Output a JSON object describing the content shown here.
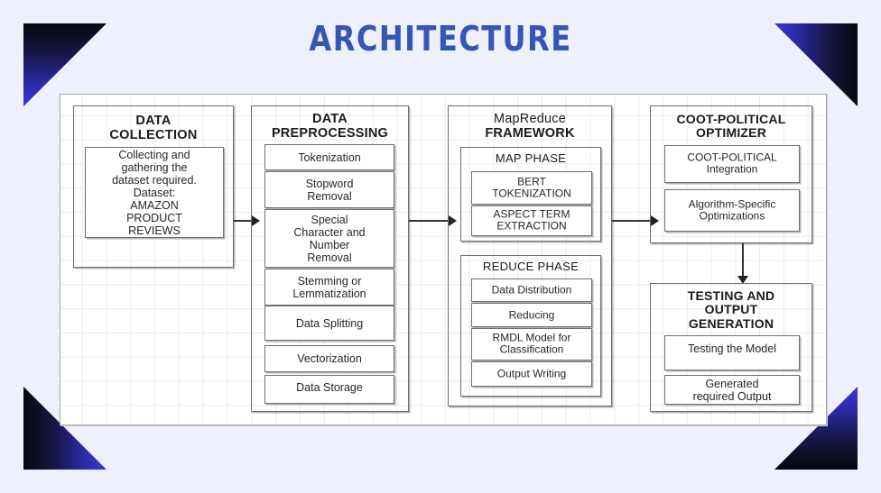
{
  "slide": {
    "title": "ARCHITECTURE",
    "title_color": "#3556b6",
    "background_color": "#eef0fb",
    "canvas_background": "#ffffff",
    "accent_gradient_from": "#07070e",
    "accent_gradient_to": "#3a37d6"
  },
  "diagram": {
    "stages": [
      {
        "id": "data-collection",
        "title": "DATA COLLECTION",
        "title_line1": "DATA",
        "title_line2": "COLLECTION",
        "items": [
          {
            "label": "Collecting and gathering the dataset required. Dataset: AMAZON PRODUCT REVIEWS",
            "lines": [
              "Collecting and",
              "gathering the",
              "dataset required.",
              "Dataset:",
              "AMAZON",
              "PRODUCT",
              "REVIEWS"
            ]
          }
        ]
      },
      {
        "id": "data-preprocessing",
        "title": "DATA PREPROCESSING",
        "title_line1": "DATA",
        "title_line2": "PREPROCESSING",
        "items": [
          {
            "label": "Tokenization",
            "lines": [
              "Tokenization"
            ]
          },
          {
            "label": "Stopword Removal",
            "lines": [
              "Stopword",
              "Removal"
            ]
          },
          {
            "label": "Special Character and Number Removal",
            "lines": [
              "Special",
              "Character and",
              "Number",
              "Removal"
            ]
          },
          {
            "label": "Stemming or Lemmatization",
            "lines": [
              "Stemming or",
              "Lemmatization"
            ]
          },
          {
            "label": "Data Splitting",
            "lines": [
              "Data Splitting"
            ]
          },
          {
            "label": "Vectorization",
            "lines": [
              "Vectorization"
            ]
          },
          {
            "label": "Data Storage",
            "lines": [
              "Data Storage"
            ]
          }
        ]
      },
      {
        "id": "mapreduce-framework",
        "title": "MapReduce FRAMEWORK",
        "title_line1": "MapReduce",
        "title_line2": "FRAMEWORK",
        "subgroups": [
          {
            "id": "map-phase",
            "title": "MAP PHASE",
            "items": [
              {
                "label": "BERT TOKENIZATION",
                "lines": [
                  "BERT",
                  "TOKENIZATION"
                ]
              },
              {
                "label": "ASPECT TERM EXTRACTION",
                "lines": [
                  "ASPECT TERM",
                  "EXTRACTION"
                ]
              }
            ]
          },
          {
            "id": "reduce-phase",
            "title": "REDUCE PHASE",
            "items": [
              {
                "label": "Data Distribution",
                "lines": [
                  "Data Distribution"
                ]
              },
              {
                "label": "Reducing",
                "lines": [
                  "Reducing"
                ]
              },
              {
                "label": "RMDL Model for Classification",
                "lines": [
                  "RMDL Model for",
                  "Classification"
                ]
              },
              {
                "label": "Output Writing",
                "lines": [
                  "Output Writing"
                ]
              }
            ]
          }
        ]
      },
      {
        "id": "coot-political-optimizer",
        "title": "COOT-POLITICAL OPTIMIZER",
        "title_line1": "COOT-POLITICAL",
        "title_line2": "OPTIMIZER",
        "items": [
          {
            "label": "COOT-POLITICAL Integration",
            "lines": [
              "COOT-POLITICAL",
              "Integration"
            ]
          },
          {
            "label": "Algorithm-Specific Optimizations",
            "lines": [
              "Algorithm-Specific",
              "Optimizations"
            ]
          }
        ]
      },
      {
        "id": "testing-and-output-generation",
        "title": "TESTING AND OUTPUT GENERATION",
        "title_line1": "TESTING AND",
        "title_line2": "OUTPUT",
        "title_line3": "GENERATION",
        "items": [
          {
            "label": "Testing the Model",
            "lines": [
              "Testing the Model"
            ]
          },
          {
            "label": "Generated required Output",
            "lines": [
              "Generated",
              "required Output"
            ]
          }
        ]
      }
    ],
    "connectors": [
      {
        "id": "collection-to-preprocessing",
        "type": "arrow-right"
      },
      {
        "id": "preprocessing-to-mapreduce",
        "type": "arrow-right"
      },
      {
        "id": "mapreduce-to-optimizer",
        "type": "arrow-right"
      },
      {
        "id": "optimizer-to-testing",
        "type": "arrow-down"
      }
    ]
  }
}
